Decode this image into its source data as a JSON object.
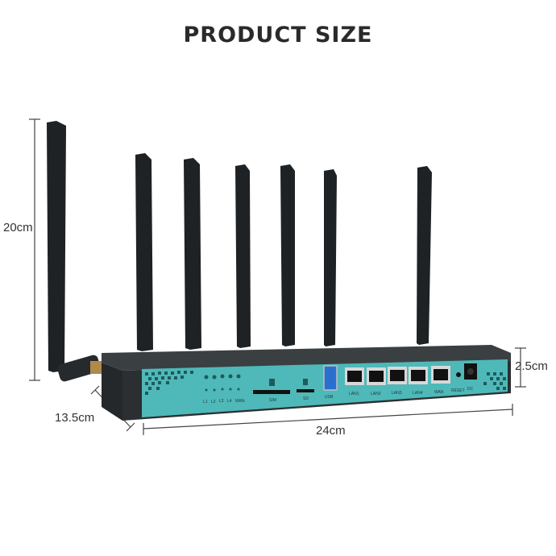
{
  "title": "PRODUCT SIZE",
  "dimensions": {
    "height": "20cm",
    "depth": "13.5cm",
    "width": "24cm",
    "thickness": "2.5cm"
  },
  "panel": {
    "slot_sim": "SIM",
    "slot_sd": "SD",
    "port_usb": "USB",
    "ports_lan": [
      "LAN1",
      "LAN2",
      "LAN3",
      "LAN4"
    ],
    "port_wan": "WAN",
    "reset": "RESET",
    "dc": "DC",
    "led_labels": [
      "L1",
      "L2",
      "L3",
      "L4",
      "WAN"
    ]
  },
  "colors": {
    "panel": "#4fb8b8",
    "body": "#2b2f31",
    "antenna": "#1f2224",
    "usb": "#2a6fd0"
  }
}
